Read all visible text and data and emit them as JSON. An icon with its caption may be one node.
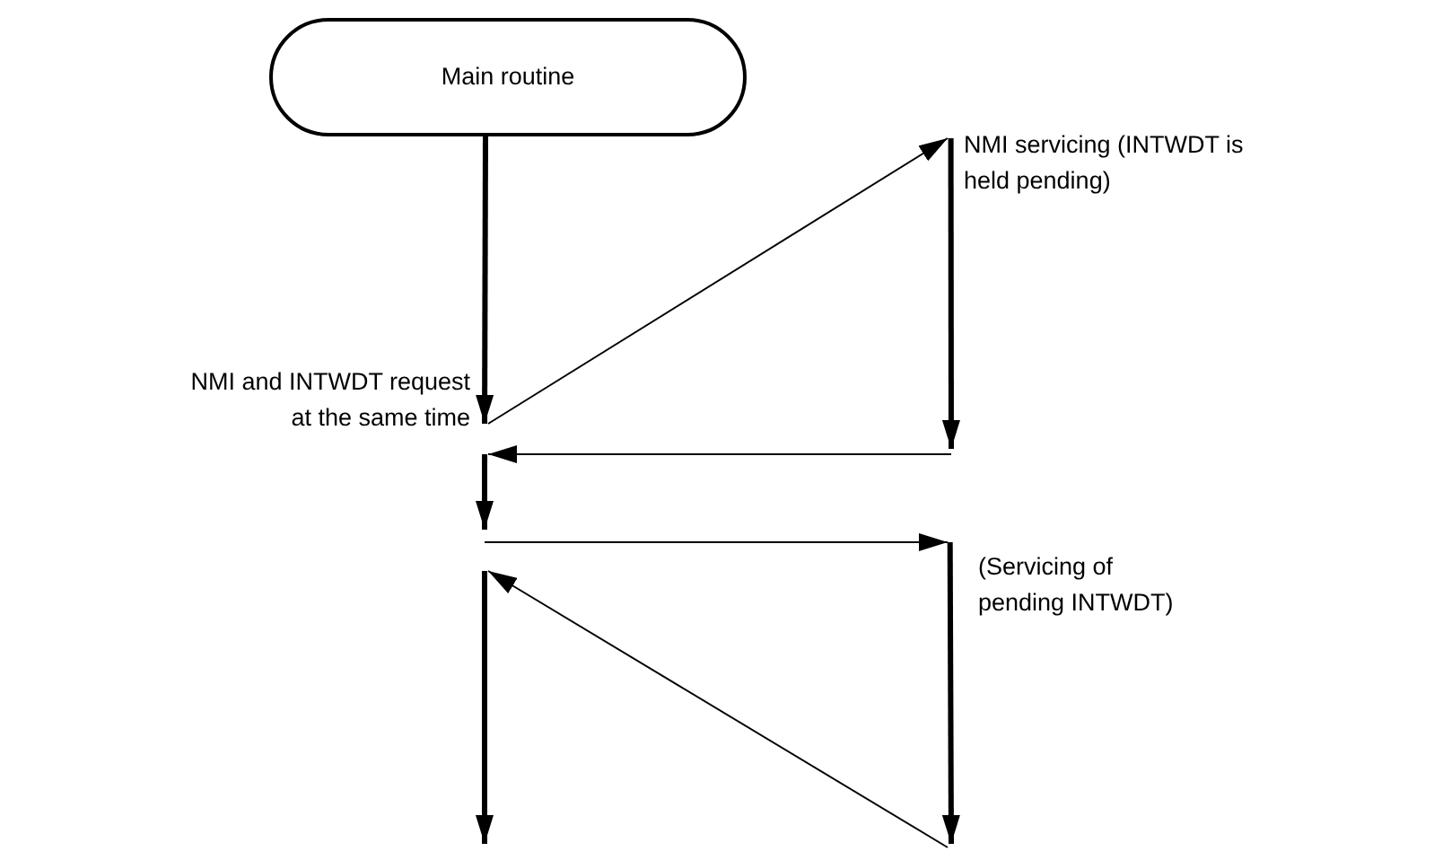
{
  "diagram": {
    "nodes": [
      {
        "text": [
          "Main routine"
        ]
      },
      {
        "text": [
          "NMI and INTWDT request at the same time"
        ]
      },
      {
        "text": [
          "NMI servicing (INTWDT is held pending)"
        ]
      },
      {
        "text": [
          "(Servicing of pending INTWDT)"
        ]
      }
    ],
    "edges": [
      {
        "from": 0,
        "to": 1,
        "arrow": "to"
      },
      {
        "from": 1,
        "to": 2,
        "arrow": "to"
      },
      {
        "from": 2,
        "to": null,
        "arrow": "to"
      },
      {
        "from": null,
        "to": 1,
        "arrow": "to"
      },
      {
        "from": 1,
        "to": null,
        "arrow": "to"
      },
      {
        "from": null,
        "to": 3,
        "arrow": "to"
      },
      {
        "from": 3,
        "to": null,
        "arrow": "to"
      }
    ]
  }
}
